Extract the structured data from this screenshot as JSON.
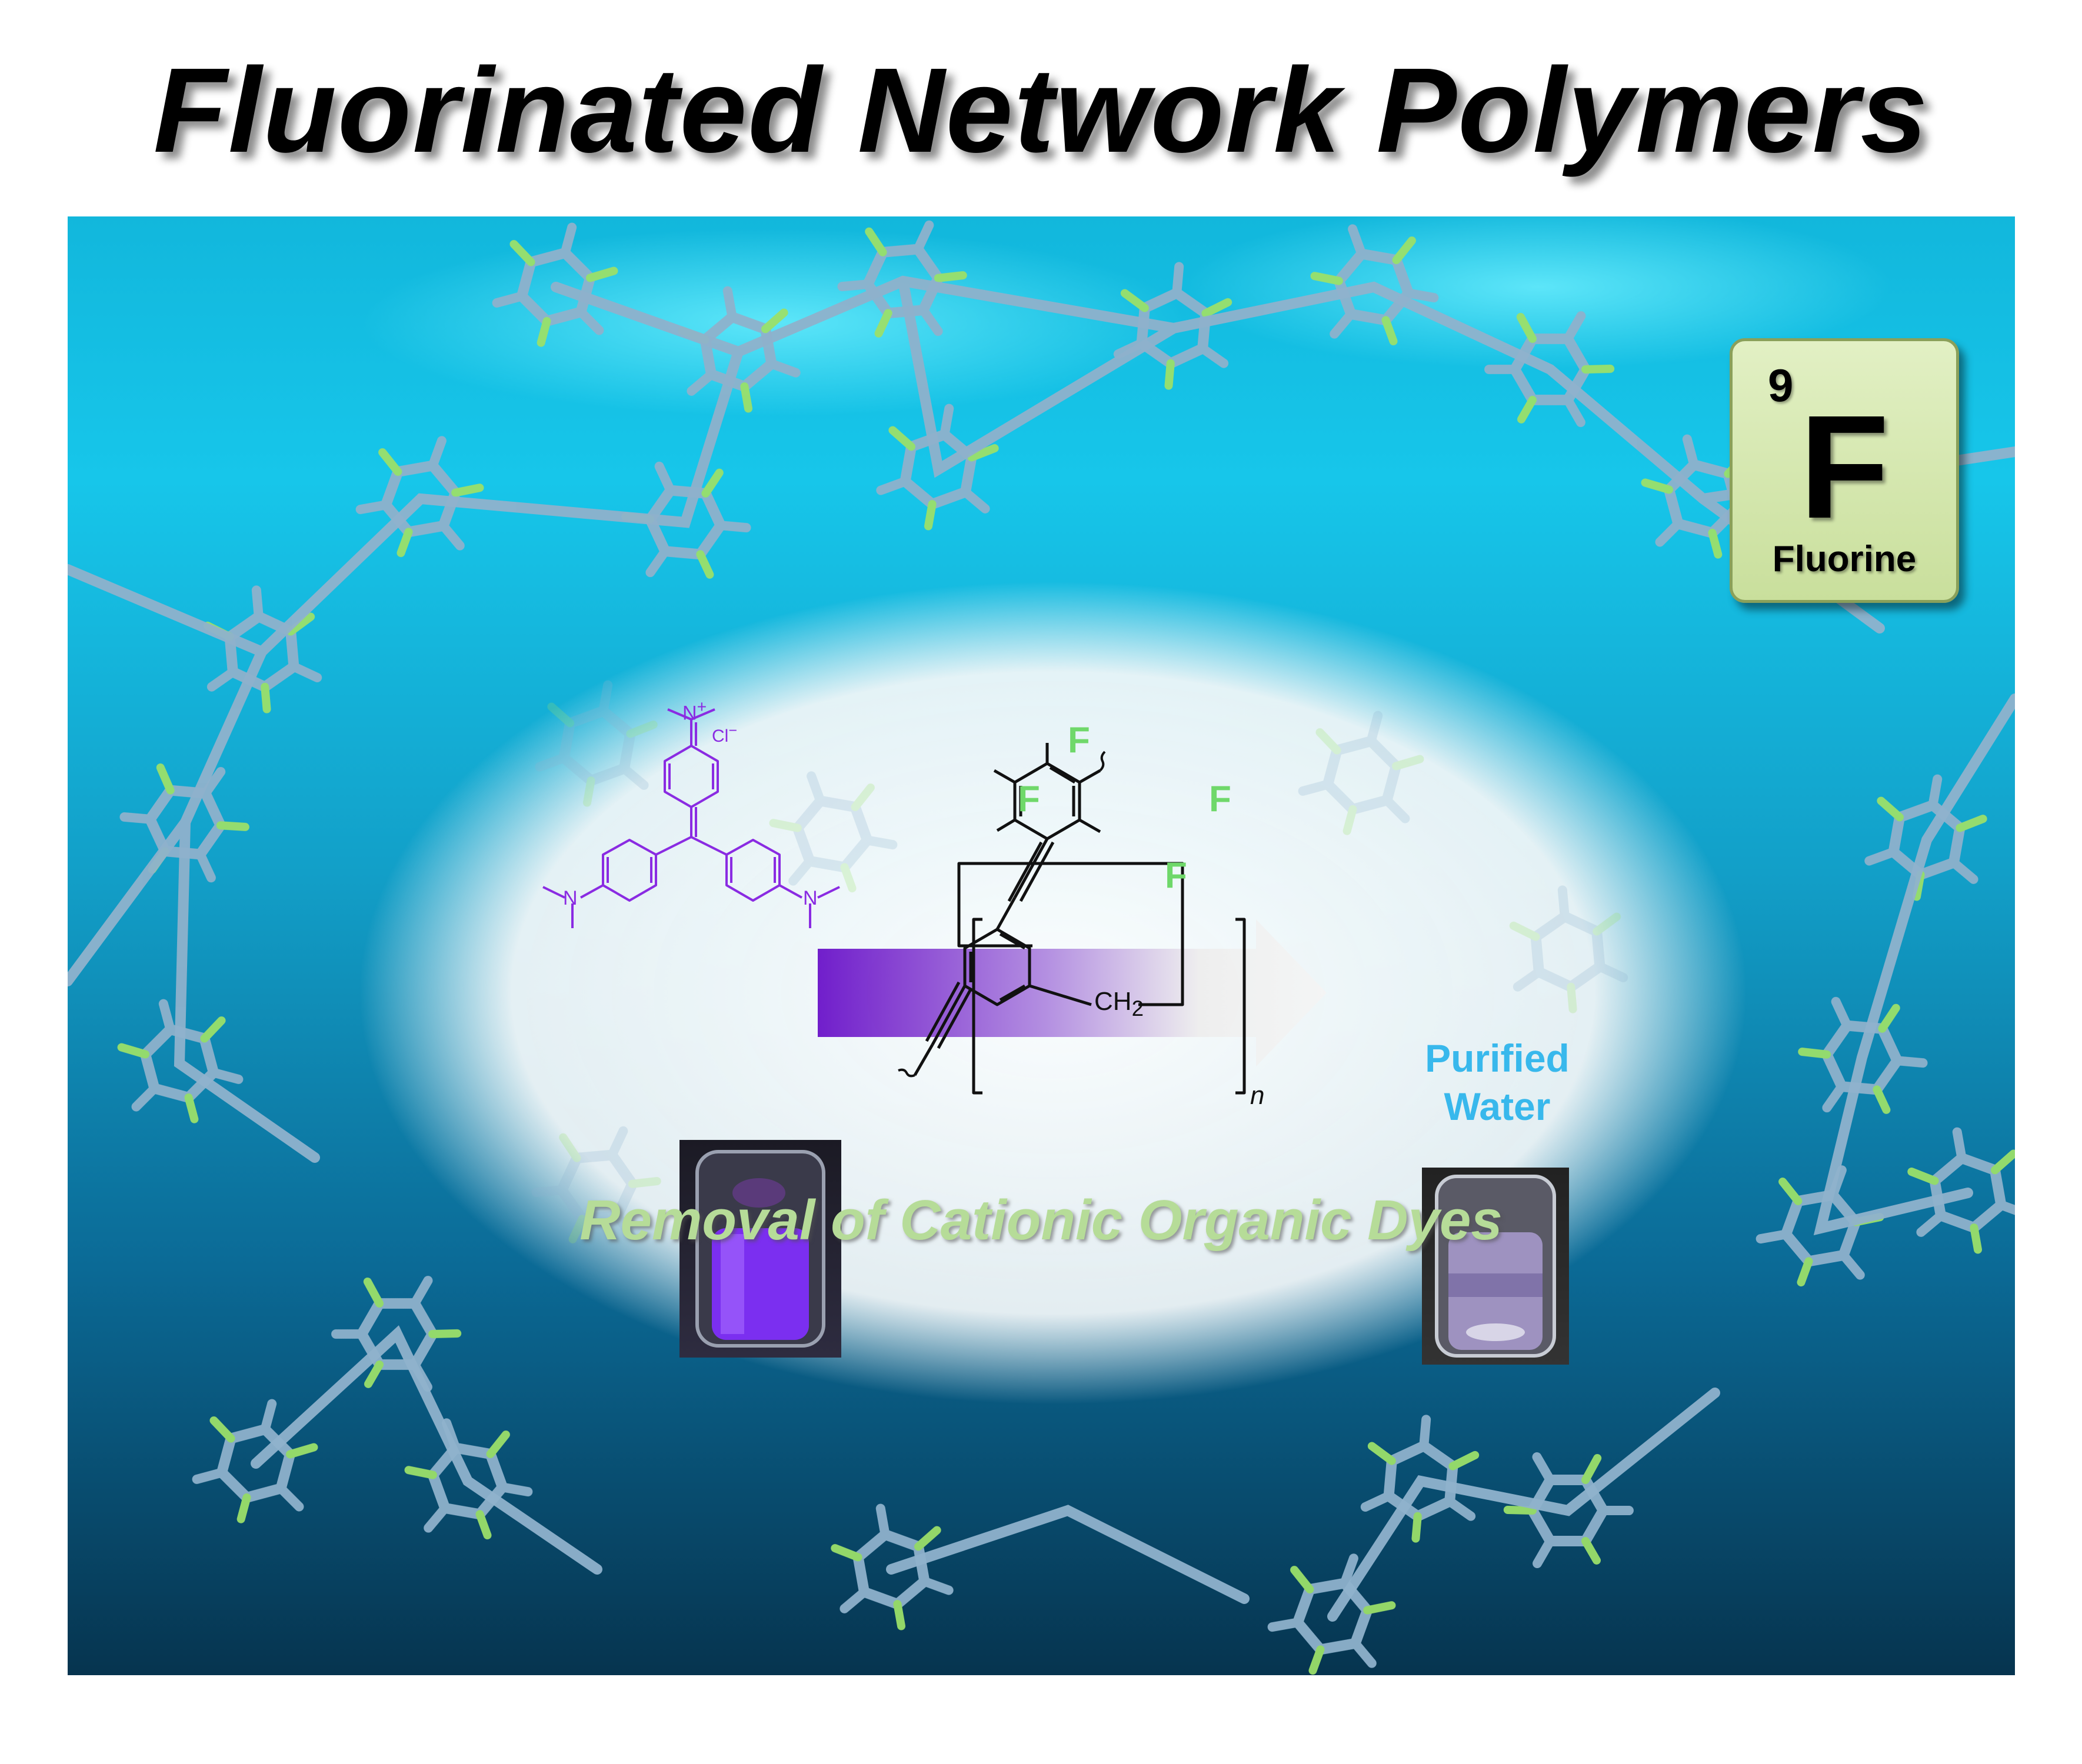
{
  "title": "Fluorinated Network Polymers",
  "element_tile": {
    "atomic_number": "9",
    "symbol": "F",
    "name": "Fluorine"
  },
  "dye_structure": {
    "cation_charge": "+",
    "N": "N",
    "counterion": "Cl",
    "counterion_charge": "−"
  },
  "polymer_structure": {
    "fluorine_label": "F",
    "methylene_label": "CH",
    "methylene_subscript": "2",
    "repeat_subscript": "n"
  },
  "result_label_line1": "Purified",
  "result_label_line2": "Water",
  "caption": "Removal of Cationic Organic Dyes",
  "colors": {
    "dye_purple": "#8a2be2",
    "fluorine_green": "#6fd86a",
    "label_blue": "#38b8ec",
    "caption_green": "#b6dc98",
    "tile_green": "#c9df9c"
  }
}
